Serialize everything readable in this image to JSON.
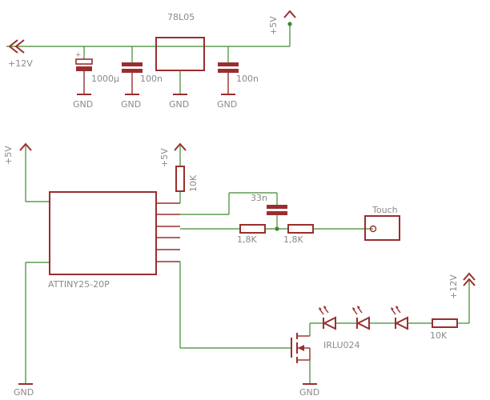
{
  "regulator": {
    "name": "78L05"
  },
  "capacitors": {
    "bulk_value": "1000µ",
    "c2_value": "100n",
    "c3_value": "100n",
    "coupling_value": "33n"
  },
  "supplies": {
    "input": "+12V",
    "output": "+5V",
    "gnd": "GND"
  },
  "mcu": {
    "name": "ATTINY25-20P"
  },
  "resistors": {
    "pullup": "10K",
    "touch_r1": "1,8K",
    "touch_r2": "1,8K",
    "led_r": "10K"
  },
  "connector": {
    "label": "Touch"
  },
  "mosfet": {
    "name": "IRLU024"
  },
  "colors": {
    "net": "#3d8a2e",
    "part": "#9a2e2e",
    "label": "#8a8a8a"
  }
}
